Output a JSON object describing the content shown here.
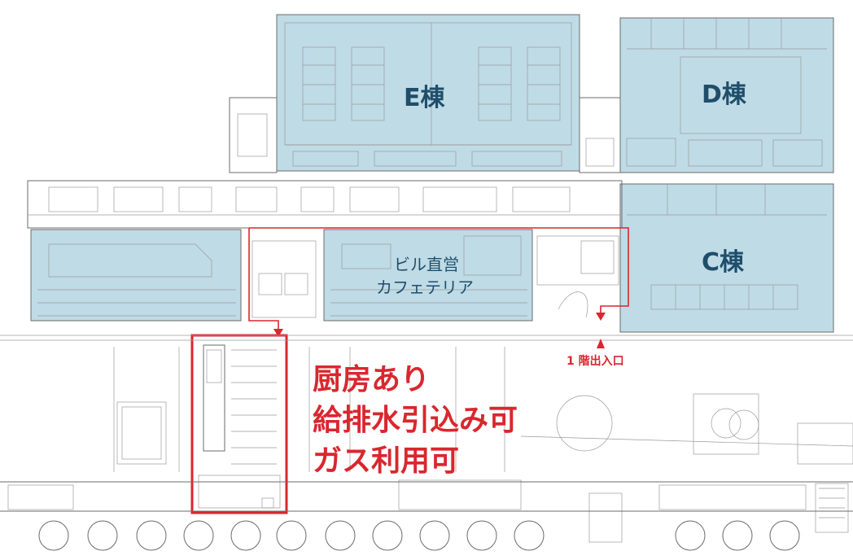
{
  "buildings": {
    "e": "E棟",
    "d": "D棟",
    "c": "C棟"
  },
  "cafeteria": {
    "line1": "ビル直営",
    "line2": "カフェテリア"
  },
  "area_notes": {
    "line1": "厨房あり",
    "line2": "給排水引込み可",
    "line3": "ガス利用可"
  },
  "entrance": {
    "label": "1 階出入口"
  },
  "colors": {
    "zone_fill": "#a9cfde",
    "highlight_red": "#d9272e",
    "label_blue": "#1f4e6b"
  }
}
